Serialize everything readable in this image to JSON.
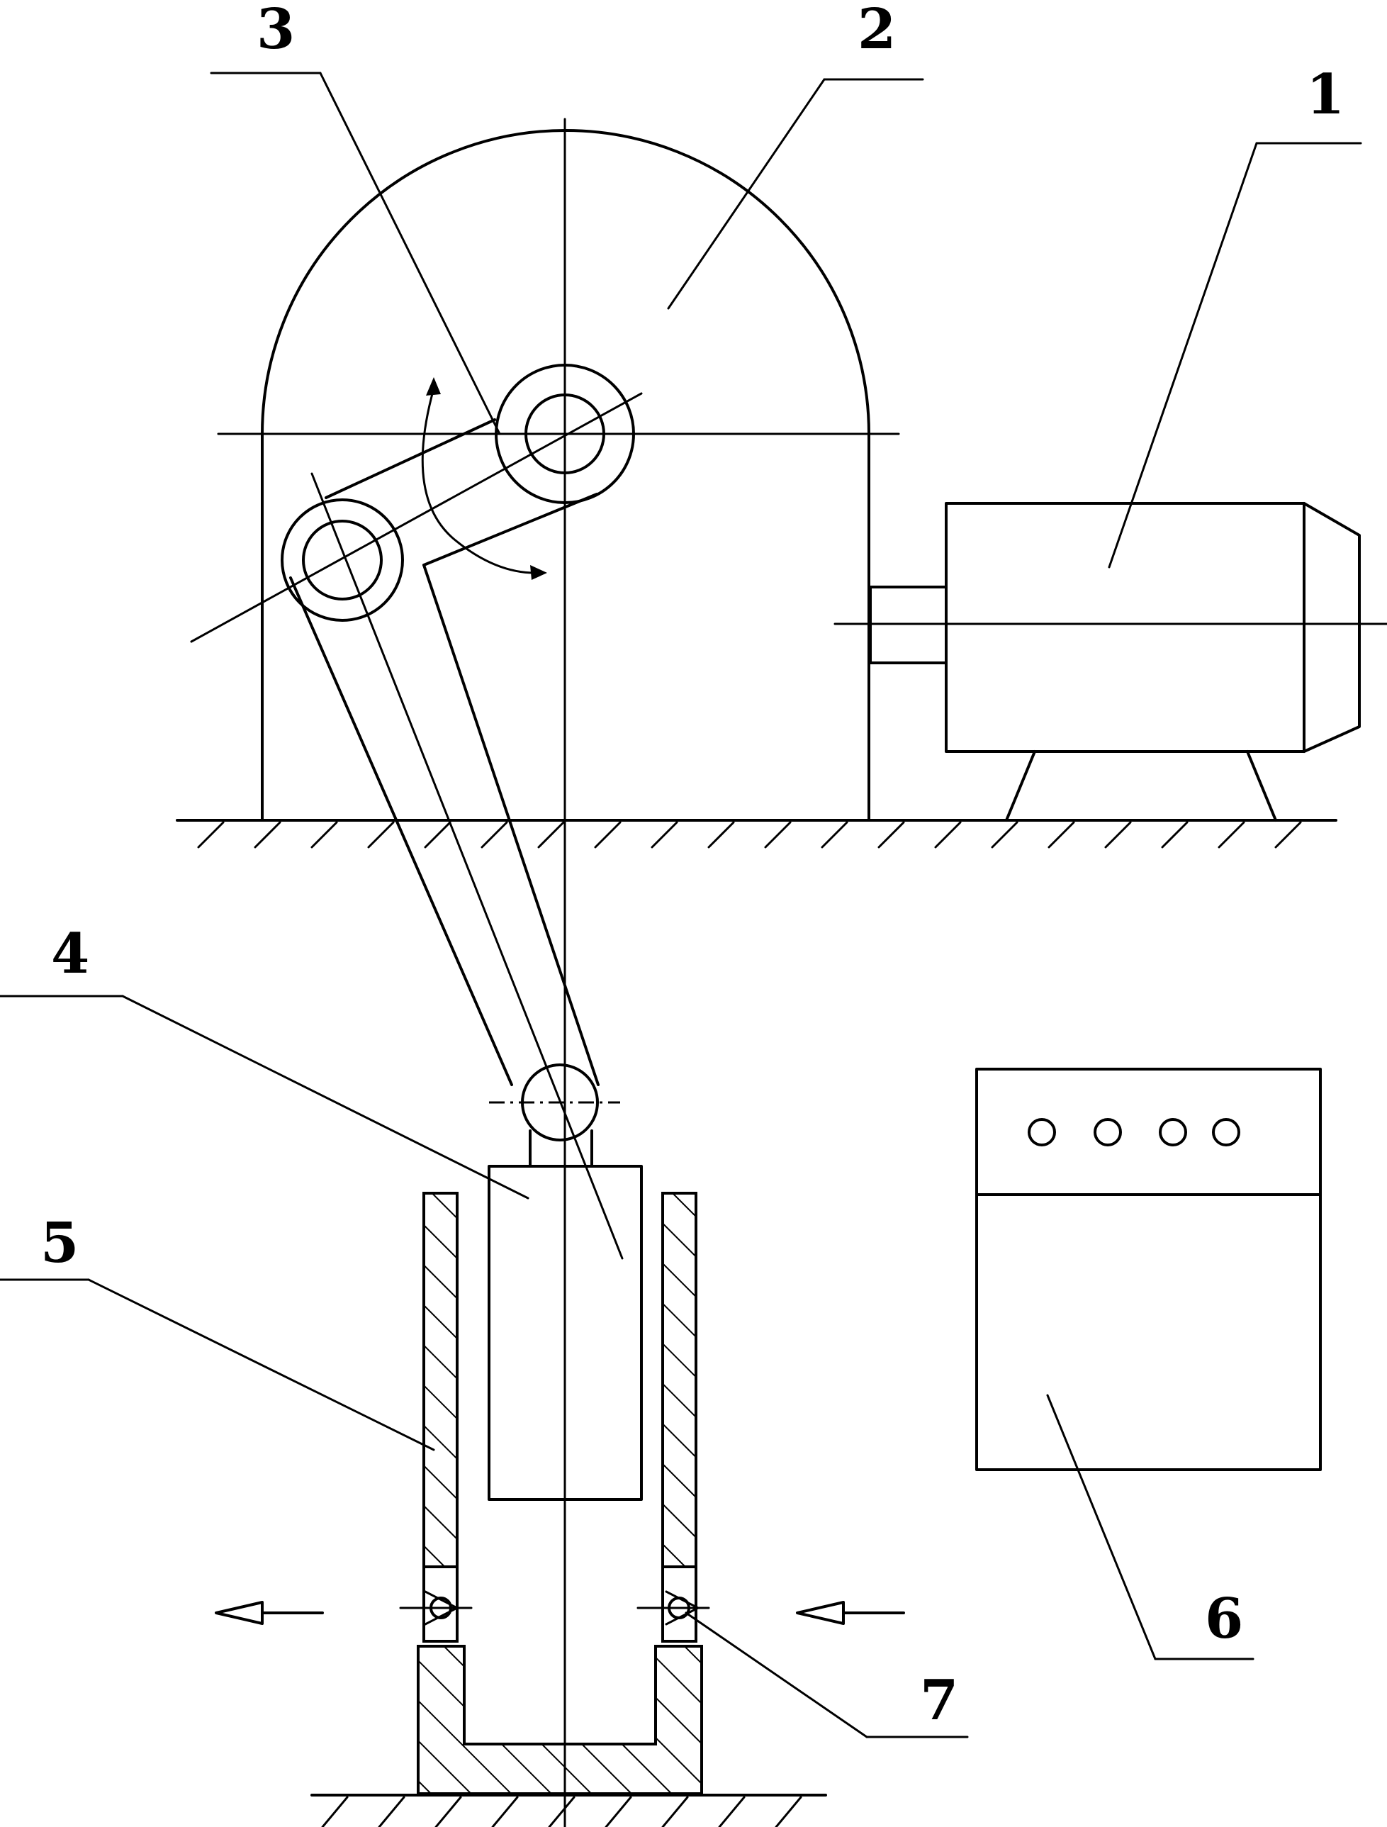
{
  "labels": {
    "motor": "1",
    "reducer": "2",
    "crank": "3",
    "plunger": "4",
    "cylinder": "5",
    "control_box": "6",
    "valve": "7"
  },
  "colors": {
    "line": "#000000",
    "background": "#ffffff"
  }
}
